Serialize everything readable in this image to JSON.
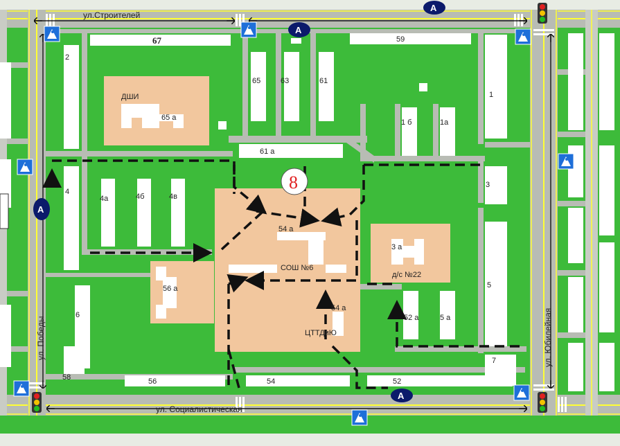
{
  "streets": {
    "top": "ул.Строителей",
    "bottom": "ул. Социалистическая",
    "left": "ул. Победы",
    "right": "ул. Юбилейная"
  },
  "buildings": {
    "b67": "67",
    "b59": "59",
    "b2": "2",
    "b65": "65",
    "b63": "63",
    "b61": "61",
    "b1": "1",
    "b1b": "1 б",
    "b1a": "1а",
    "dshi": "ДШИ",
    "b65a": "65 а",
    "b61a": "61 а",
    "b3": "3",
    "b4": "4",
    "b4a": "4а",
    "b4b": "4б",
    "b4v": "4в",
    "b54a_top": "54 а",
    "b3a": "3 а",
    "ds22": "д/с №22",
    "b56a": "56 а",
    "sosh6": "СОШ №6",
    "b54a_mid": "54 а",
    "b6": "6",
    "b5": "5",
    "b52a": "52 а",
    "b5a": "5 а",
    "cttdiyu": "ЦТТДиЮ",
    "b7": "7",
    "b58": "58",
    "b56": "56",
    "b54": "54",
    "b52": "52"
  },
  "icons": {
    "bus_stop": "A",
    "school_mark": "8"
  },
  "colors": {
    "grass": "#3dbb3a",
    "road": "#b8bcb4",
    "road_line": "#ffff33",
    "building": "#ffffff",
    "school_area": "#f2c79e",
    "route": "#111111",
    "pedestrian": "#1e6fd9"
  }
}
